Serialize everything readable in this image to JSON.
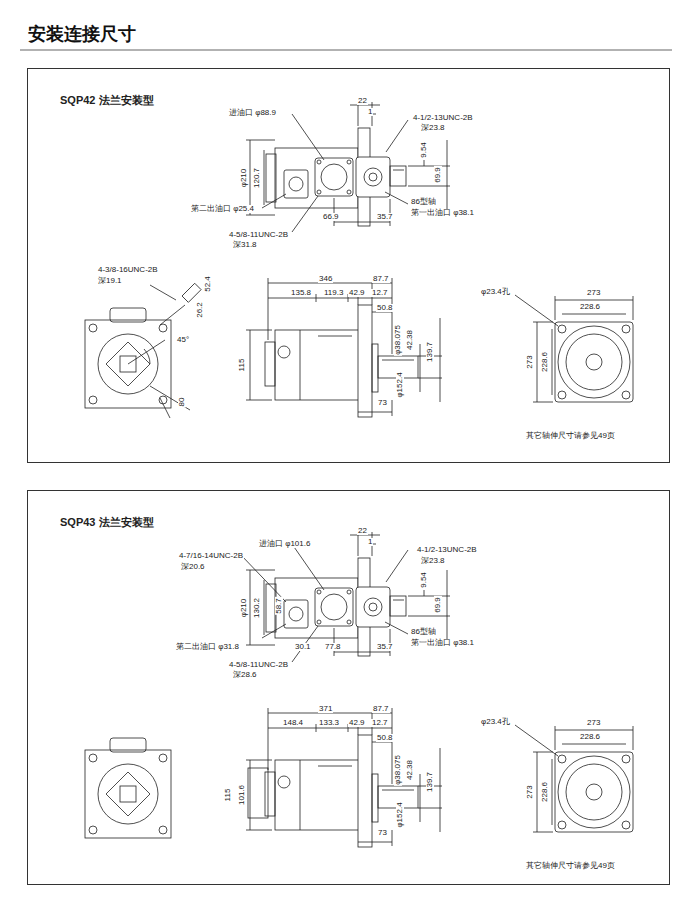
{
  "diagram": {
    "title": "安装连接尺寸",
    "nodes": [
      {
        "text": [
          "SQP42 法兰安装型"
        ]
      },
      {
        "text": [
          "SQP43 法兰安装型"
        ]
      }
    ],
    "labels": [
      "22",
      "1",
      "进油口 φ88.9",
      "4-1/2-13UNC-2B",
      "深23.8",
      "φ210",
      "120.7",
      "9.54",
      "69.9",
      "第二出油口 φ25.4",
      "66.9",
      "35.7",
      "86型轴",
      "第一出油口 φ38.1",
      "4-5/8-11UNC-2B",
      "深31.8",
      "4-3/8-16UNC-2B",
      "深19.1",
      "52.4",
      "26.2",
      "45°",
      "80",
      "346",
      "87.7",
      "135.8",
      "119.3",
      "42.9",
      "12.7",
      "50.8",
      "115",
      "φ38.075",
      "42.38",
      "φ152.4",
      "139.7",
      "73",
      "φ23.4孔",
      "273",
      "228.6",
      "273",
      "228.6",
      "其它轴伸尺寸请参见49页",
      "22",
      "1",
      "进油口 φ101.6",
      "4-7/16-14UNC-2B",
      "深20.6",
      "4-1/2-13UNC-2B",
      "深23.8",
      "φ210",
      "130.2",
      "58.7",
      "9.54",
      "69.9",
      "第二出油口 φ31.8",
      "30.1",
      "77.8",
      "35.7",
      "86型轴",
      "第一出油口 φ38.1",
      "4-5/8-11UNC-2B",
      "深28.6",
      "371",
      "87.7",
      "148.4",
      "133.3",
      "42.9",
      "12.7",
      "50.8",
      "115",
      "101.6",
      "φ38.075",
      "42.38",
      "φ152.4",
      "139.7",
      "73",
      "φ23.4孔",
      "273",
      "228.6",
      "273",
      "228.6",
      "其它轴伸尺寸请参见49页"
    ]
  }
}
